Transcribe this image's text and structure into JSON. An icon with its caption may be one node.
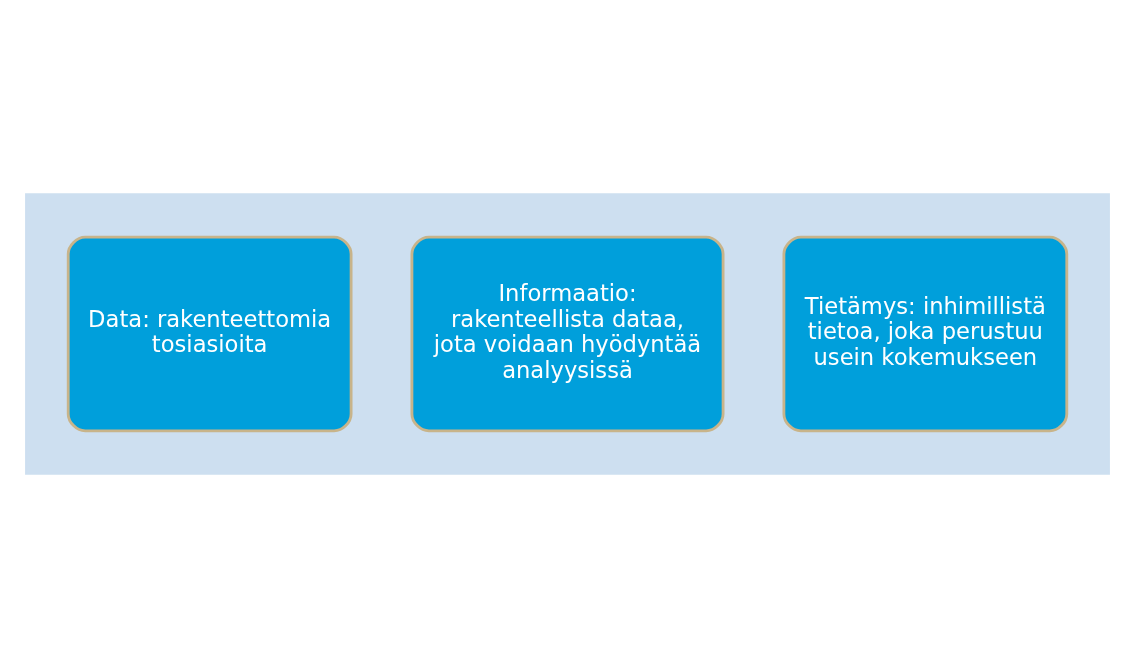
{
  "diagram": {
    "nodes": [
      {
        "text": [],
        "shape": "arrow"
      },
      {
        "text": [
          "Data: rakenteettomia tosiasioita"
        ],
        "in": 0
      },
      {
        "text": [
          "Informaatio: rakenteellista dataa, jota voidaan hyödyntää analyysissä"
        ],
        "in": 0
      },
      {
        "text": [
          "Tietämys: inhimillistä tietoa, joka perustuu usein kokemukseen"
        ],
        "in": 0
      }
    ],
    "edges": []
  }
}
